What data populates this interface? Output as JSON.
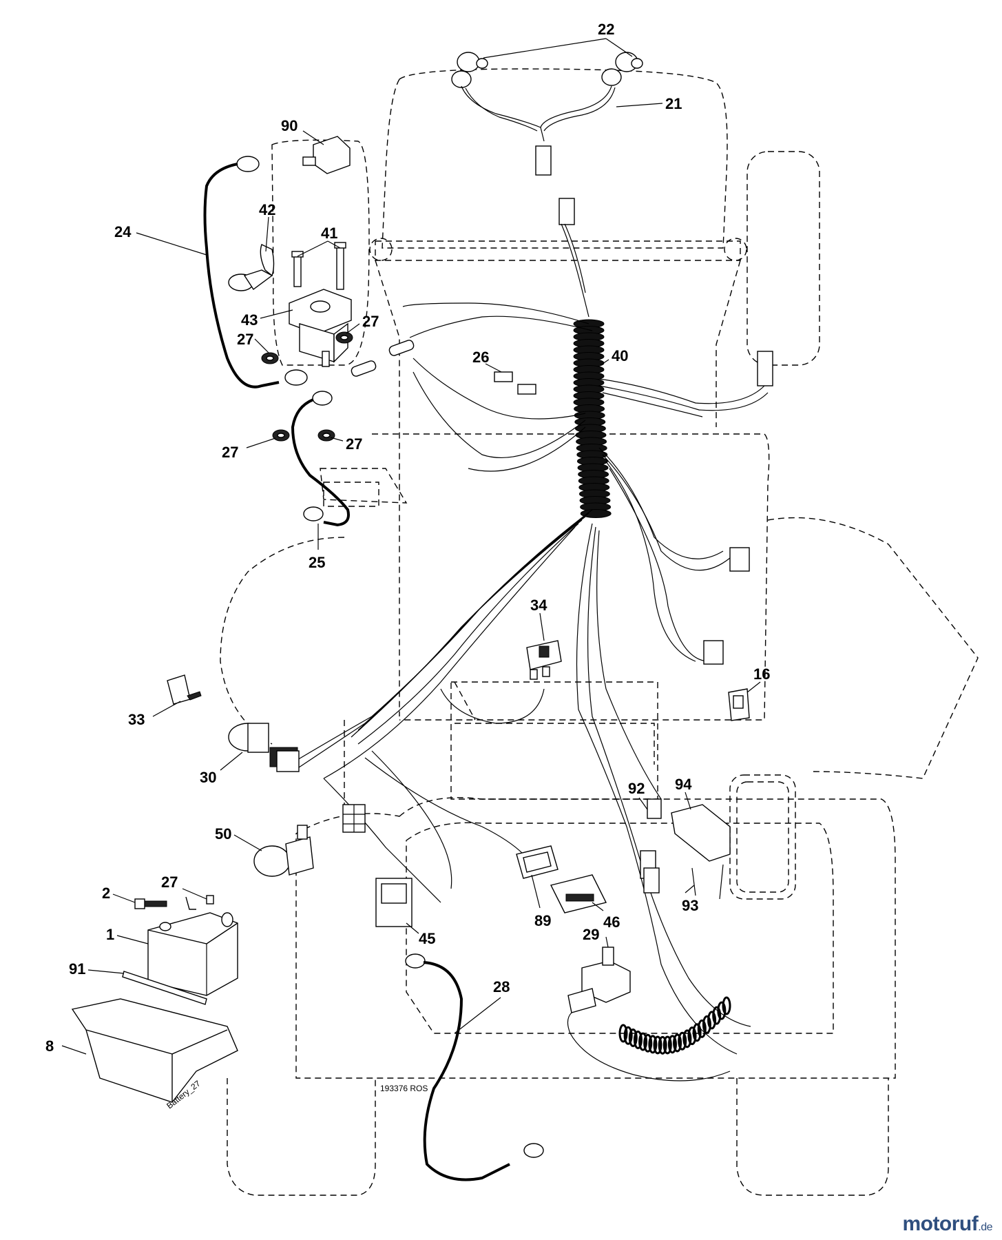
{
  "callouts": [
    {
      "id": "p22",
      "label": "22"
    },
    {
      "id": "p21",
      "label": "21"
    },
    {
      "id": "p90",
      "label": "90"
    },
    {
      "id": "p42",
      "label": "42"
    },
    {
      "id": "p24",
      "label": "24"
    },
    {
      "id": "p41",
      "label": "41"
    },
    {
      "id": "p43",
      "label": "43"
    },
    {
      "id": "p27a",
      "label": "27"
    },
    {
      "id": "p27b",
      "label": "27"
    },
    {
      "id": "p26",
      "label": "26"
    },
    {
      "id": "p40",
      "label": "40"
    },
    {
      "id": "p27c",
      "label": "27"
    },
    {
      "id": "p27d",
      "label": "27"
    },
    {
      "id": "p25",
      "label": "25"
    },
    {
      "id": "p34",
      "label": "34"
    },
    {
      "id": "p16",
      "label": "16"
    },
    {
      "id": "p33",
      "label": "33"
    },
    {
      "id": "p30",
      "label": "30"
    },
    {
      "id": "p92",
      "label": "92"
    },
    {
      "id": "p94",
      "label": "94"
    },
    {
      "id": "p50",
      "label": "50"
    },
    {
      "id": "p2",
      "label": "2"
    },
    {
      "id": "p27e",
      "label": "27"
    },
    {
      "id": "p1",
      "label": "1"
    },
    {
      "id": "p93",
      "label": "93"
    },
    {
      "id": "p89",
      "label": "89"
    },
    {
      "id": "p46",
      "label": "46"
    },
    {
      "id": "p29",
      "label": "29"
    },
    {
      "id": "p45",
      "label": "45"
    },
    {
      "id": "p91",
      "label": "91"
    },
    {
      "id": "p28",
      "label": "28"
    },
    {
      "id": "p8",
      "label": "8"
    }
  ],
  "drawing_number": "193376 ROS",
  "battery_caption": "Battery_27",
  "watermark": {
    "main": "motoruf",
    "suffix": ".de"
  }
}
